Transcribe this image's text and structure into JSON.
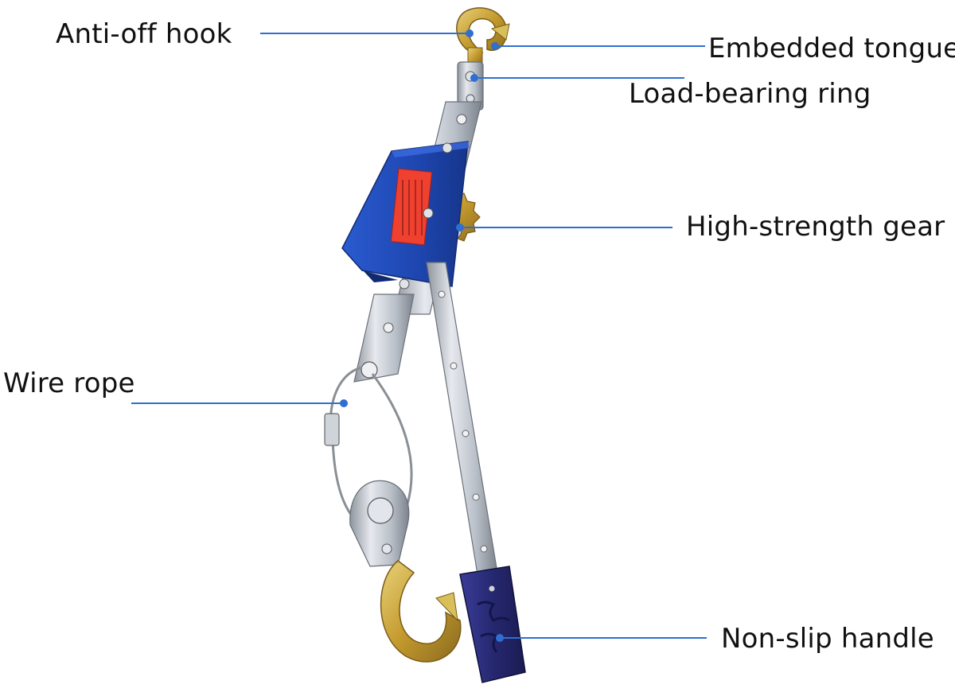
{
  "labels": {
    "anti_off_hook": "Anti-off hook",
    "embedded_tongue": "Embedded tongue",
    "load_bearing_ring": "Load-bearing ring",
    "high_strength_gear": "High-strength gear",
    "wire_rope": "Wire rope",
    "non_slip_handle": "Non-slip handle"
  },
  "colors": {
    "leader_line": "#2f6fd0",
    "callout_dot": "#2f6fd0",
    "housing_blue": "#1f4fbf",
    "warning_label": "#f04030",
    "hook_gold": "#c7a032",
    "steel": "#c9ced6",
    "handle_navy": "#2b2c7a"
  }
}
